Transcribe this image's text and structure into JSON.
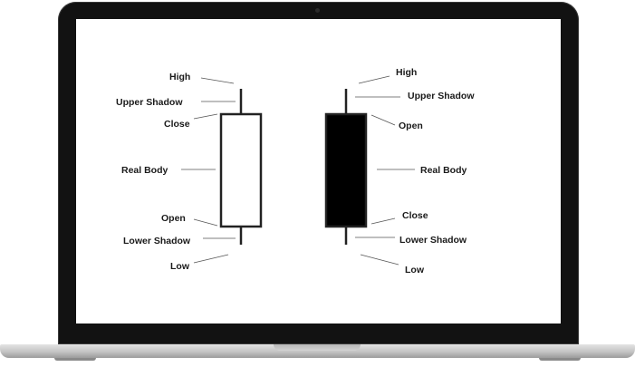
{
  "colors": {
    "frame": "#121212",
    "screen": "#ffffff",
    "bullish_body": "#ffffff",
    "bearish_body": "#000000"
  },
  "bullish_candle": {
    "labels": {
      "high": "High",
      "upper_shadow": "Upper Shadow",
      "close": "Close",
      "real_body": "Real Body",
      "open": "Open",
      "lower_shadow": "Lower Shadow",
      "low": "Low"
    }
  },
  "bearish_candle": {
    "labels": {
      "high": "High",
      "upper_shadow": "Upper Shadow",
      "open": "Open",
      "real_body": "Real Body",
      "close": "Close",
      "lower_shadow": "Lower Shadow",
      "low": "Low"
    }
  }
}
